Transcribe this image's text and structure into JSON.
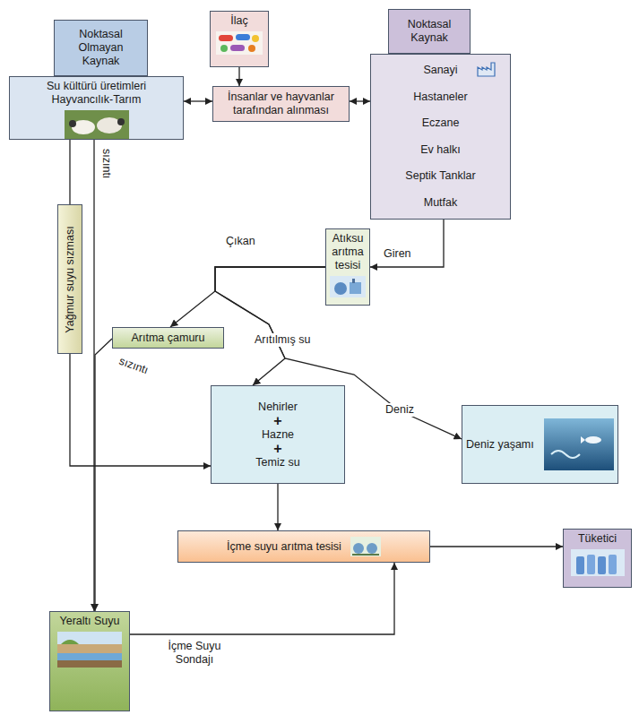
{
  "diagram": {
    "nodes": [
      {
        "text": [
          "Noktasal Olmayan Kaynak"
        ]
      },
      {
        "text": [
          "Su kültürü üretimleri",
          "Hayvancılık-Tarım"
        ]
      },
      {
        "text": [
          "İlaç"
        ]
      },
      {
        "text": [
          "İnsanlar ve hayvanlar tarafından alınması"
        ]
      },
      {
        "text": [
          "Noktasal Kaynak"
        ]
      },
      {
        "text": [
          "Sanayi",
          "Hastaneler",
          "Eczane",
          "Ev halkı",
          "Septik Tanklar",
          "Mutfak"
        ]
      },
      {
        "text": [
          "Atıksu arıtma tesisi"
        ]
      },
      {
        "text": [
          "Arıtma çamuru"
        ]
      },
      {
        "text": [
          "Yağmur suyu sızması"
        ]
      },
      {
        "text": [
          "Nehirler",
          "+",
          "Hazne",
          "+",
          "Temiz su"
        ]
      },
      {
        "text": [
          "Deniz yaşamı"
        ]
      },
      {
        "text": [
          "İçme suyu arıtma tesisi"
        ]
      },
      {
        "text": [
          "Tüketici"
        ]
      },
      {
        "text": [
          "Yeraltı Suyu"
        ]
      }
    ],
    "edges": [
      {
        "from": 1,
        "to": 3,
        "arrow": "both"
      },
      {
        "from": 2,
        "to": 3,
        "arrow": "to"
      },
      {
        "from": 3,
        "to": 5,
        "arrow": "both"
      },
      {
        "from": 5,
        "to": 6,
        "label": "Giren",
        "arrow": "to"
      },
      {
        "from": 6,
        "to": 7,
        "label": "Çıkan",
        "arrow": "to"
      },
      {
        "from": 6,
        "to": 9,
        "arrow": "to"
      },
      {
        "from": 6,
        "to": 10,
        "arrow": "to"
      },
      {
        "from": 1,
        "to": 13,
        "label": "sızıntı",
        "arrow": "to"
      },
      {
        "from": 7,
        "to": 13,
        "label": "sızıntı",
        "arrow": "to"
      },
      {
        "from": 1,
        "to": 8,
        "arrow": "none"
      },
      {
        "from": 8,
        "to": 9,
        "arrow": "to"
      },
      {
        "from": 9,
        "to": 11,
        "arrow": "to"
      },
      {
        "from": 13,
        "to": 11,
        "label": "İçme Suyu Sondajı",
        "arrow": "to"
      },
      {
        "from": 11,
        "to": 12,
        "arrow": "to"
      }
    ],
    "labels": [
      "Arıtılmış su",
      "Deniz"
    ]
  }
}
